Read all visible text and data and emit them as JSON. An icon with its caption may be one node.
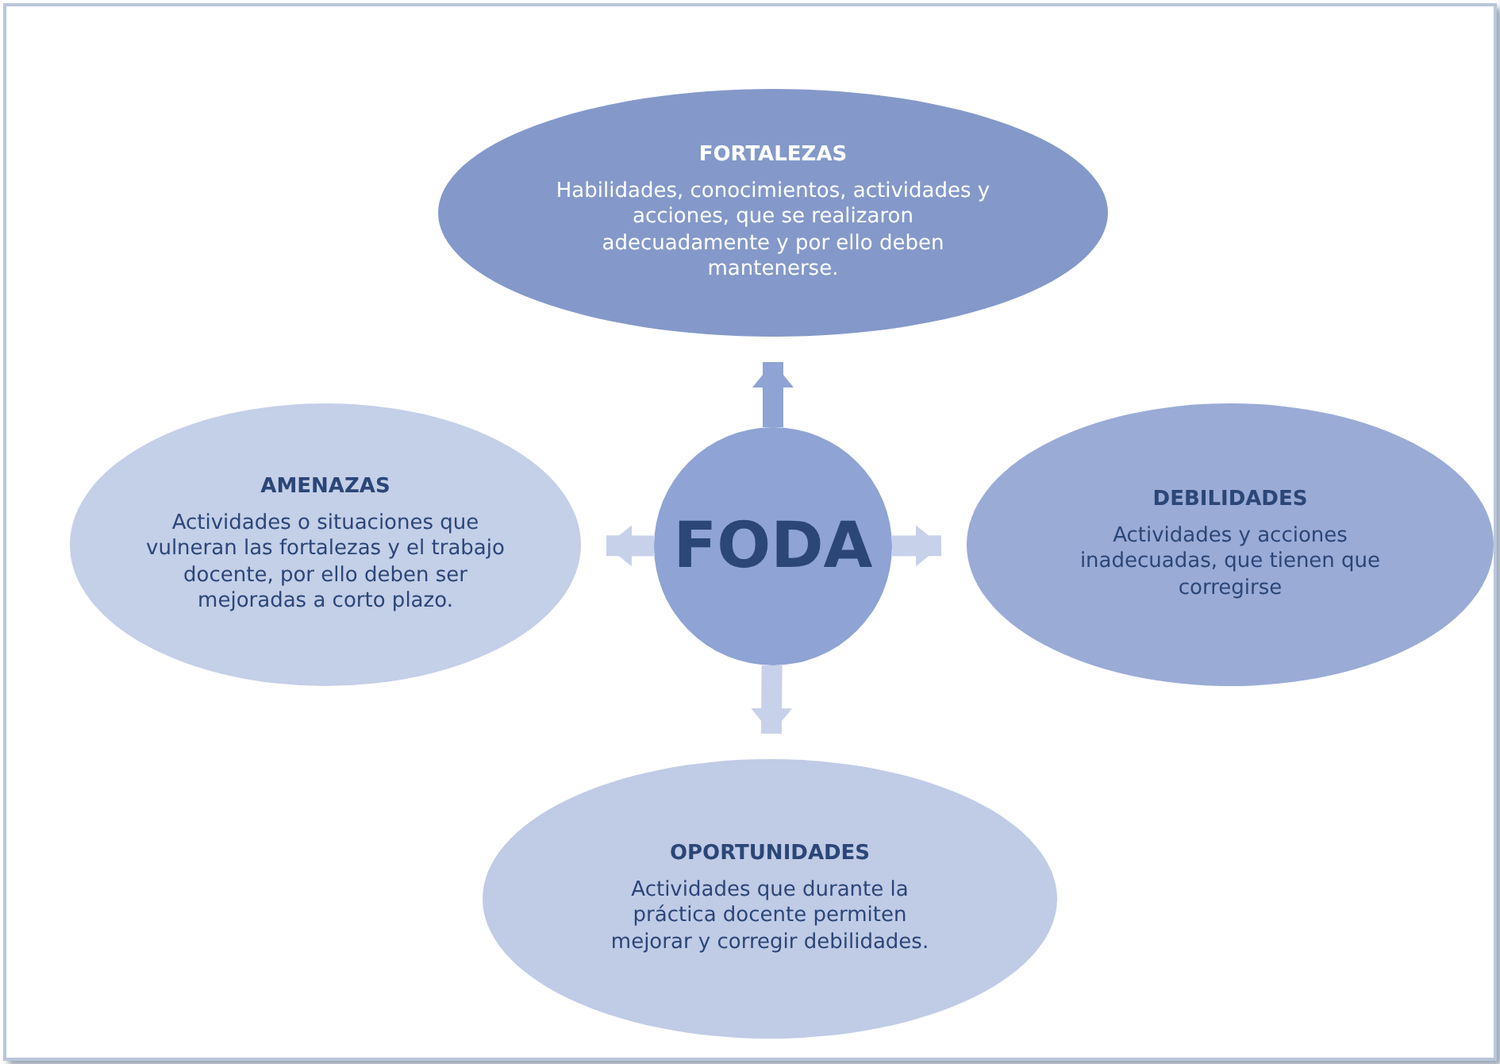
{
  "diagram": {
    "nodes": [
      {
        "text": [
          "FORTALEZAS",
          "Habilidades, conocimientos,  actividades y acciones, que se realizaron adecuadamente y por ello deben mantenerse."
        ]
      },
      {
        "text": [
          "AMENAZAS",
          "Actividades o situaciones que vulneran las fortalezas y el trabajo docente, por ello deben ser mejoradas a corto plazo."
        ]
      },
      {
        "text": [
          "FODA"
        ]
      },
      {
        "text": [
          "DEBILIDADES",
          "Actividades y acciones inadecuadas, que tienen que corregirse"
        ]
      },
      {
        "text": [
          "OPORTUNIDADES",
          "Actividades que durante la práctica docente permiten mejorar y corregir debilidades."
        ]
      }
    ],
    "edges": [
      {
        "from": 2,
        "to": 0,
        "arrow": "to",
        "color": "#8fa3d4"
      },
      {
        "from": 2,
        "to": 1,
        "arrow": "to"
      },
      {
        "from": 2,
        "to": 3,
        "arrow": "to"
      },
      {
        "from": 2,
        "to": 4,
        "arrow": "to"
      }
    ]
  }
}
